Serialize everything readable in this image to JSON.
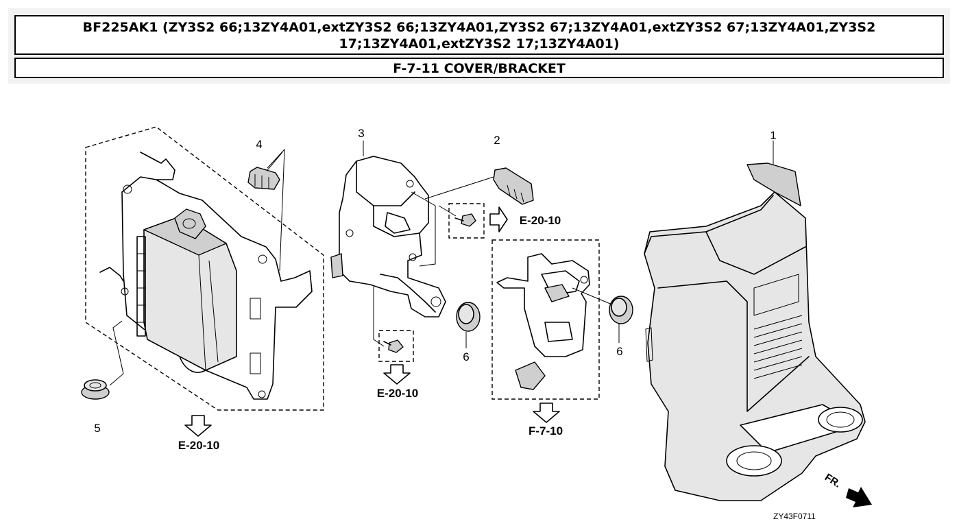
{
  "header": {
    "model_line": "BF225AK1 (ZY3S2 66;13ZY4A01,extZY3S2 66;13ZY4A01,ZY3S2 67;13ZY4A01,extZY3S2 67;13ZY4A01,ZY3S2 17;13ZY4A01,extZY3S2 17;13ZY4A01)",
    "section_title": "F-7-11 COVER/BRACKET"
  },
  "diagram": {
    "part_numbers": [
      "1",
      "2",
      "3",
      "4",
      "5",
      "6",
      "6"
    ],
    "references": [
      "E-20-10",
      "E-20-10",
      "F-7-10",
      "E-20-10"
    ],
    "direction_label": "FR.",
    "figure_code": "ZY43F0711"
  }
}
